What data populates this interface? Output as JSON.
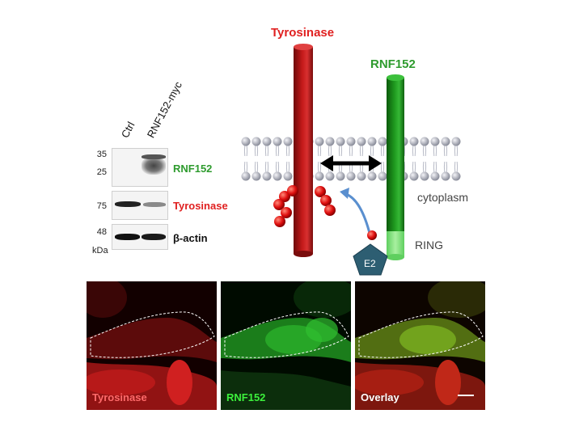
{
  "blot": {
    "lanes": [
      "Ctrl",
      "RNF152-myc"
    ],
    "markers": [
      "35",
      "25",
      "75",
      "48"
    ],
    "unit": "kDa",
    "proteins": [
      {
        "name": "RNF152",
        "color": "#2e9b2e"
      },
      {
        "name": "Tyrosinase",
        "color": "#e02020"
      },
      {
        "name": "β-actin",
        "color": "#111111"
      }
    ]
  },
  "diagram": {
    "tyrosinase_label": "Tyrosinase",
    "rnf152_label": "RNF152",
    "cytoplasm_label": "cytoplasm",
    "ring_label": "RING",
    "e2_label": "E2",
    "tyrosinase_color": "#cc1a1a",
    "rnf152_color": "#1f9a1f"
  },
  "micrographs": [
    {
      "label": "Tyrosinase",
      "label_color": "#ff6a6a"
    },
    {
      "label": "RNF152",
      "label_color": "#3cf03c"
    },
    {
      "label": "Overlay",
      "label_color": "#ffffff"
    }
  ]
}
